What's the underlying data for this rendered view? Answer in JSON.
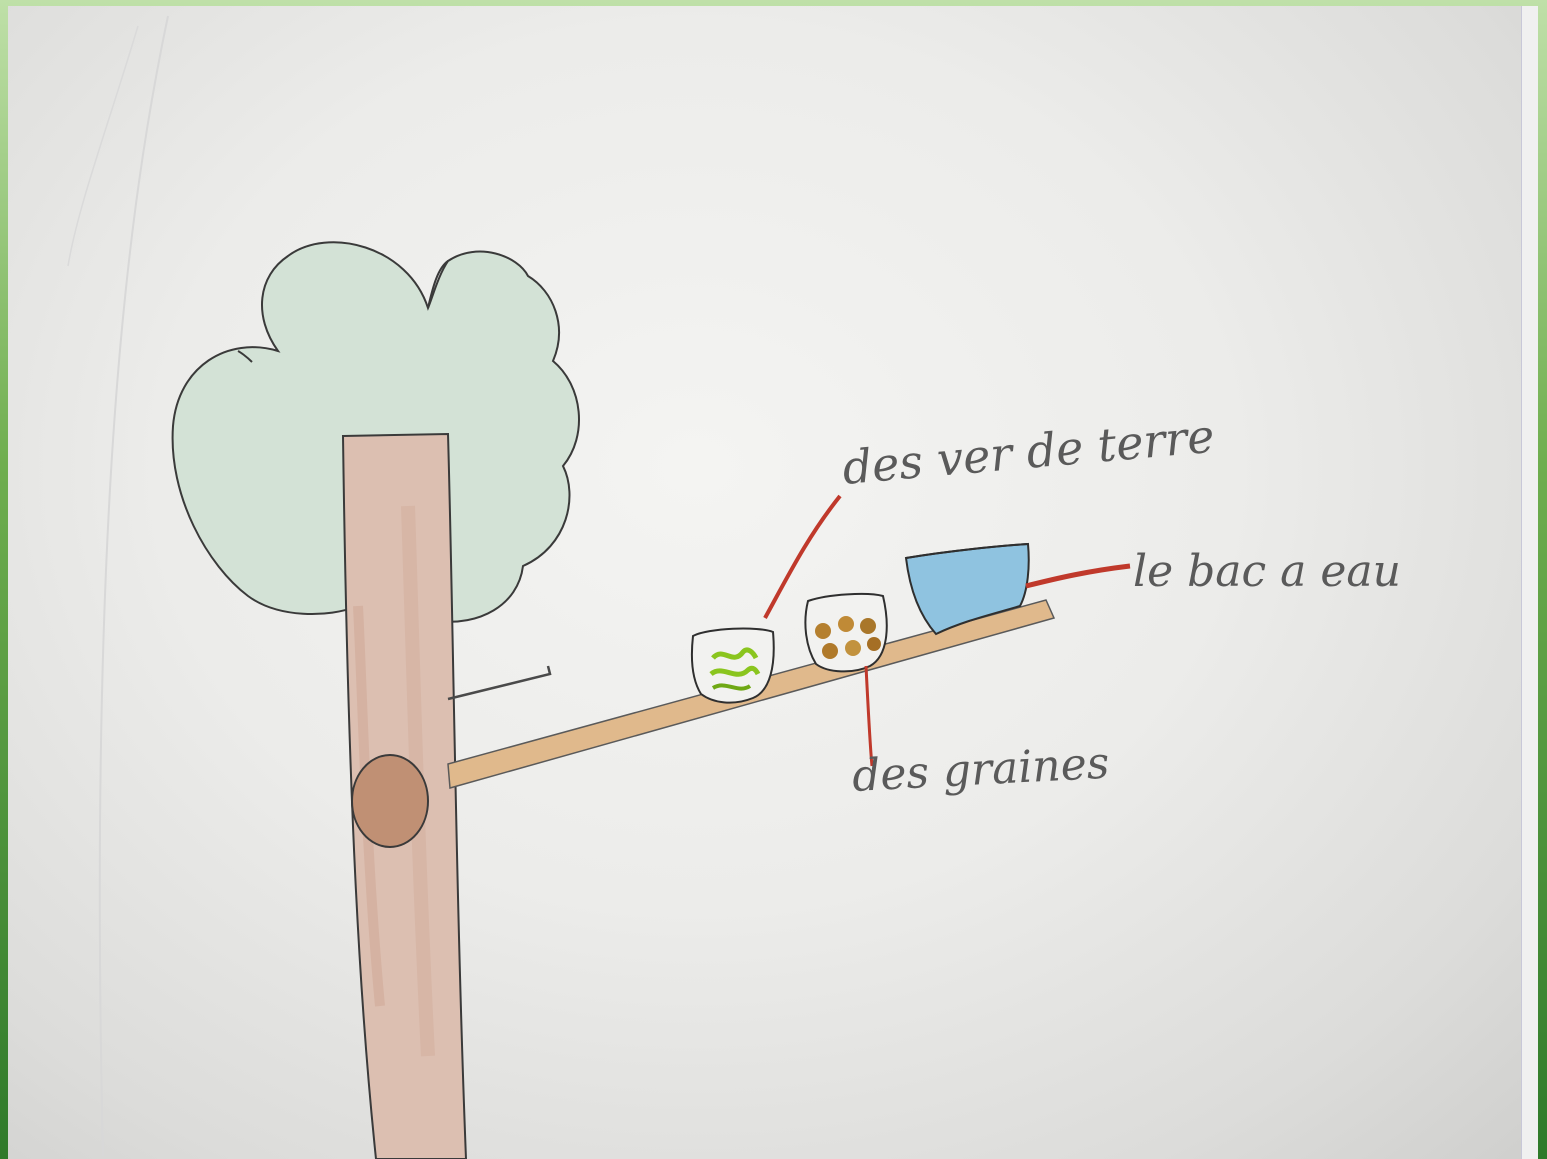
{
  "labels": {
    "worms": "des ver de terre",
    "water_bowl": "le bac a eau",
    "seeds": "des graines"
  },
  "colors": {
    "paper": "#ededeb",
    "foliage": "#cfe0d2",
    "trunk": "#d9b8a8",
    "branch": "#dcb58a",
    "knot": "#b88a6a",
    "water_bowl": "#8fc3e0",
    "pointer_red": "#c0392b",
    "worms_green": "#8ac51e",
    "seeds_brown": "#b07a2a",
    "border_green": "#2f7a2a"
  }
}
